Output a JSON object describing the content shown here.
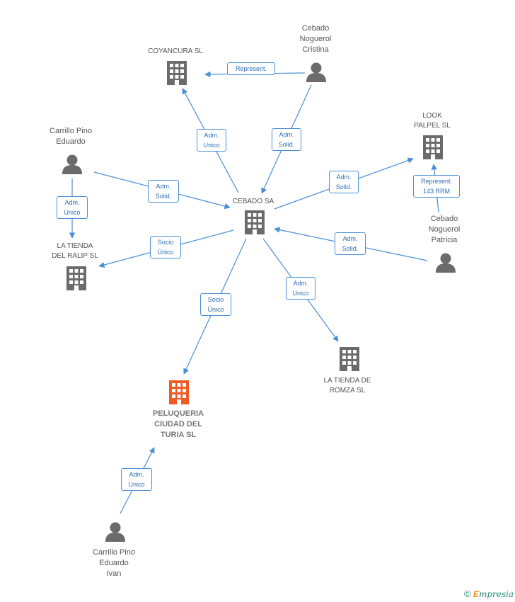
{
  "nodes": {
    "coyancura": {
      "label": "COYANCURA SL"
    },
    "cebado_noguerol_cristina": {
      "label_lines": [
        "Cebado",
        "Noguerol",
        "Cristina"
      ]
    },
    "look_palpel": {
      "label_lines": [
        "LOOK",
        "PALPEL SL"
      ]
    },
    "carrillo_pino_eduardo": {
      "label_lines": [
        "Carrillo Pino",
        "Eduardo"
      ]
    },
    "cebado_sa": {
      "label": "CEBADO SA"
    },
    "la_tienda_ralip": {
      "label_lines": [
        "LA TIENDA",
        "DEL RALIP SL"
      ]
    },
    "cebado_noguerol_patricia": {
      "label_lines": [
        "Cebado",
        "Noguerol",
        "Patricia"
      ]
    },
    "la_tienda_romza": {
      "label_lines": [
        "LA TIENDA DE",
        "ROMZA SL"
      ]
    },
    "peluqueria": {
      "label_lines": [
        "PELUQUERIA",
        "CIUDAD DEL",
        "TURIA SL"
      ]
    },
    "carrillo_pino_eduardo_ivan": {
      "label_lines": [
        "Carrillo Pino",
        "Eduardo",
        "Ivan"
      ]
    }
  },
  "relations": {
    "represent_coyancura": {
      "lines": [
        "Represent."
      ]
    },
    "adm_unico_coyancura": {
      "lines": [
        "Adm.",
        "Unico"
      ]
    },
    "adm_solid_cristina": {
      "lines": [
        "Adm.",
        "Solid."
      ]
    },
    "adm_solid_look": {
      "lines": [
        "Adm.",
        "Solid."
      ]
    },
    "represent_143": {
      "lines": [
        "Represent.",
        "143 RRM"
      ]
    },
    "adm_solid_eduardo": {
      "lines": [
        "Adm.",
        "Solid."
      ]
    },
    "adm_unico_ralip_eduardo": {
      "lines": [
        "Adm.",
        "Unico"
      ]
    },
    "socio_unico_ralip": {
      "lines": [
        "Socio",
        "Único"
      ]
    },
    "adm_solid_patricia": {
      "lines": [
        "Adm.",
        "Solid."
      ]
    },
    "adm_unico_romza": {
      "lines": [
        "Adm.",
        "Unico"
      ]
    },
    "socio_unico_peluqueria": {
      "lines": [
        "Socio",
        "Único"
      ]
    },
    "adm_unico_ivan": {
      "lines": [
        "Adm.",
        "Unico"
      ]
    }
  },
  "footer": {
    "copyright": "©",
    "brand_e": "E",
    "brand_rest": "mpresia"
  },
  "colors": {
    "edge": "#4a8fd6",
    "company_icon": "#6b6b6b",
    "highlight_icon": "#f05a24",
    "person_icon": "#6b6b6b",
    "label_text": "#555555",
    "badge_text": "#2f6fb5"
  }
}
